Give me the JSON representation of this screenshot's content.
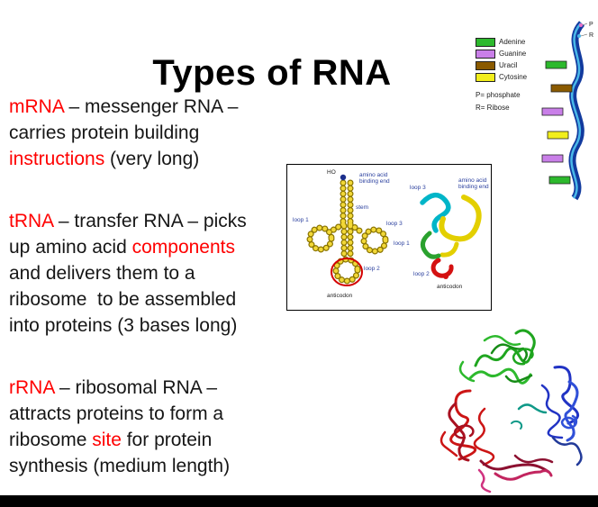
{
  "slide": {
    "title": "Types of RNA",
    "accent_color": "#ff0000",
    "bar_color": "#000000"
  },
  "content": {
    "paragraphs": [
      {
        "name": "mrna",
        "segments": [
          {
            "text": "mRNA",
            "accent": true
          },
          {
            "text": " – messenger RNA – carries protein building "
          },
          {
            "text": "instructions",
            "accent": true
          },
          {
            "text": " (very long)"
          }
        ]
      },
      {
        "name": "trna",
        "segments": [
          {
            "text": "tRNA",
            "accent": true
          },
          {
            "text": " – transfer RNA – picks up amino acid "
          },
          {
            "text": "components",
            "accent": true
          },
          {
            "text": " and delivers them to a ribosome  to be assembled into proteins (3 bases long)"
          }
        ]
      },
      {
        "name": "rrna",
        "segments": [
          {
            "text": "rRNA",
            "accent": true
          },
          {
            "text": " – ribosomal RNA – attracts proteins to form a ribosome "
          },
          {
            "text": "site",
            "accent": true
          },
          {
            "text": " for protein synthesis (medium length)"
          }
        ]
      }
    ]
  },
  "legend": {
    "items": [
      {
        "label": "Adenine",
        "color": "#2db92d"
      },
      {
        "label": "Guanine",
        "color": "#c97fe8"
      },
      {
        "label": "Uracil",
        "color": "#8a5a00"
      },
      {
        "label": "Cytosine",
        "color": "#f2ee1b"
      }
    ],
    "notes": [
      "P= phosphate",
      "R= Ribose"
    ],
    "strand_labels": {
      "p": "P",
      "r": "R"
    }
  },
  "trna_figure": {
    "left": {
      "ho": "HO",
      "binding": "amino acid binding end",
      "stem": "stem",
      "loop1": "loop 1",
      "loop2": "loop 2",
      "loop3": "loop 3",
      "anticodon": "anticodon"
    },
    "right": {
      "binding": "amino acid binding end",
      "loop1": "loop 1",
      "loop2": "loop 2",
      "loop3": "loop 3",
      "anticodon": "anticodon"
    }
  }
}
